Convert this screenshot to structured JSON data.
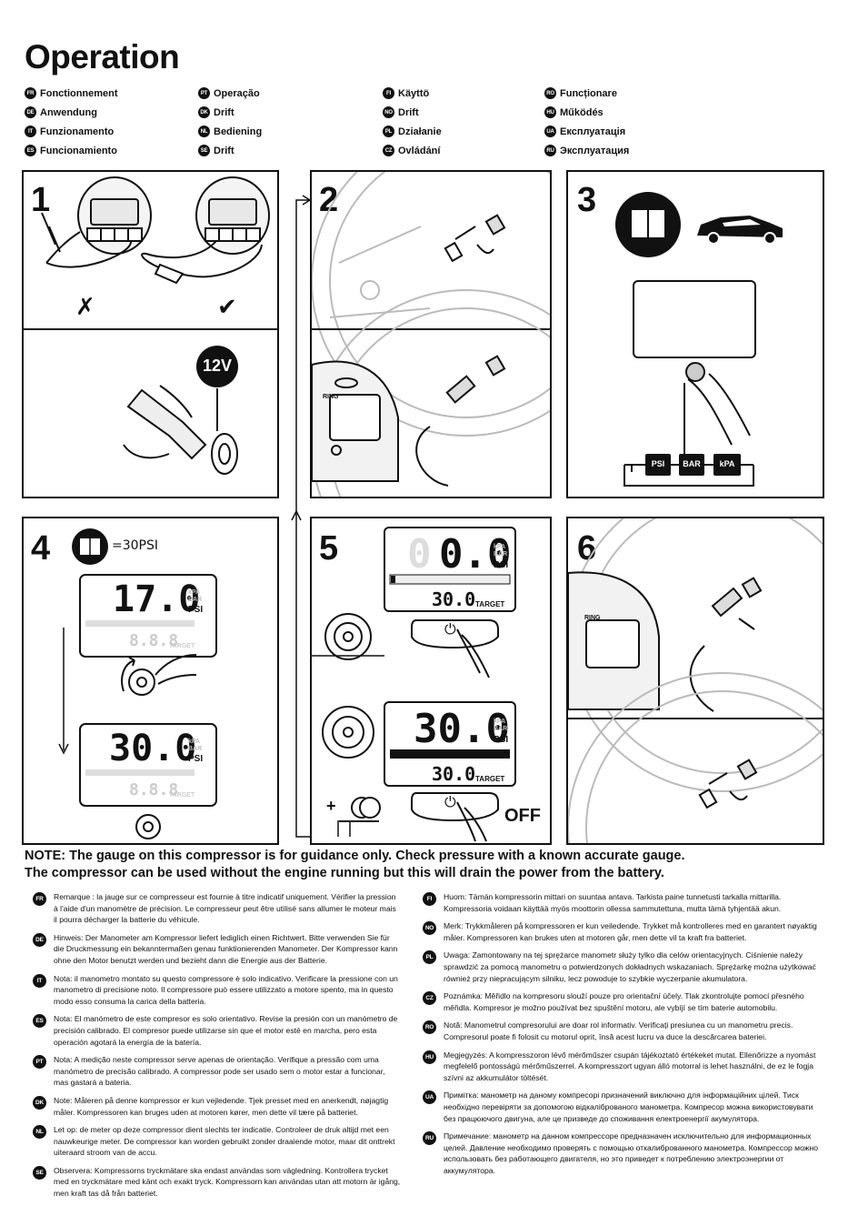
{
  "title": "Operation",
  "languages": [
    {
      "code": "FR",
      "label": "Fonctionnement"
    },
    {
      "code": "DE",
      "label": "Anwendung"
    },
    {
      "code": "IT",
      "label": "Funzionamento"
    },
    {
      "code": "ES",
      "label": "Funcionamiento"
    },
    {
      "code": "PT",
      "label": "Operação"
    },
    {
      "code": "DK",
      "label": "Drift"
    },
    {
      "code": "NL",
      "label": "Bediening"
    },
    {
      "code": "SE",
      "label": "Drift"
    },
    {
      "code": "FI",
      "label": "Käyttö"
    },
    {
      "code": "NO",
      "label": "Drift"
    },
    {
      "code": "PL",
      "label": "Działanie"
    },
    {
      "code": "CZ",
      "label": "Ovládání"
    },
    {
      "code": "RO",
      "label": "Funcționare"
    },
    {
      "code": "HU",
      "label": "Működés"
    },
    {
      "code": "UA",
      "label": "Експлуатація"
    },
    {
      "code": "RU",
      "label": "Эксплуатация"
    }
  ],
  "steps": {
    "s1": "1",
    "s2": "2",
    "s3": "3",
    "s4": "4",
    "s5": "5",
    "s6": "6",
    "cross": "✗",
    "check": "✔",
    "voltage": "12V",
    "units": [
      "PSI",
      "BAR",
      "kPA"
    ],
    "pressure_target": "=30PSI",
    "lcd_17": "17.0",
    "lcd_30": "30.0",
    "lcd_00": "0.0",
    "lcd_888": "8.8.8",
    "lcd_target": "30.0",
    "unit_psi": "PSI",
    "unit_kpa": "kPA",
    "unit_bar": "BAR",
    "target_label": "TARGET",
    "off": "OFF",
    "plus": "+",
    "brand": "RING"
  },
  "note": {
    "line1": "NOTE: The gauge on this compressor is for guidance only. Check pressure with a known accurate gauge.",
    "line2": "The compressor can be used without the engine running but this will drain the power from the battery."
  },
  "translations_left": [
    {
      "code": "FR",
      "text": "Remarque : la jauge sur ce compresseur est fournie à titre indicatif uniquement. Vérifier la pression à l'aide d'un manomètre de précision. Le compresseur peut être utilisé sans allumer le moteur mais il pourra décharger la batterie du véhicule."
    },
    {
      "code": "DE",
      "text": "Hinweis: Der Manometer am Kompressor liefert lediglich einen Richtwert. Bitte verwenden Sie für die Druckmessung ein bekanntermaßen genau funktionierenden Manometer. Der Kompressor kann ohne den Motor benutzt werden und bezieht dann die Energie aus der Batterie."
    },
    {
      "code": "IT",
      "text": "Nota: il manometro montato su questo compressore è solo indicativo. Verificare la pressione con un manometro di precisione noto. Il compressore può essere utilizzato a motore spento, ma in questo modo esso consuma la carica della batteria."
    },
    {
      "code": "ES",
      "text": "Nota: El manómetro de este compresor es solo orientativo. Revise la presión con un manómetro de precisión calibrado. El compresor puede utilizarse sin que el motor esté en marcha, pero esta operación agotará la energía de la batería."
    },
    {
      "code": "PT",
      "text": "Nota: A medição neste compressor serve apenas de orientação. Verifique a pressão com uma manómetro de precisão calibrado. A compressor pode ser usado sem o motor estar a funcionar, mas gastará a bateria."
    },
    {
      "code": "DK",
      "text": "Note: Måleren på denne kompressor er kun vejledende. Tjek presset med en anerkendt, nøjagtig måler. Kompressoren kan bruges uden at motoren kører, men dette vil tære på batteriet."
    },
    {
      "code": "NL",
      "text": "Let op: de meter op deze compressor dient slechts ter indicatie. Controleer de druk altijd met een nauwkeurige meter. De compressor kan worden gebruikt zonder draaiende motor, maar dit onttrekt uiteraard stroom van de accu."
    },
    {
      "code": "SE",
      "text": "Observera: Kompressorns tryckmätare ska endast användas som vägledning. Kontrollera trycket med en tryckmätare med känt och exakt tryck. Kompressorn kan användas utan att motorn är igång, men kraft tas då från batteriet."
    }
  ],
  "translations_right": [
    {
      "code": "FI",
      "text": "Huom: Tämän kompressorin mittari on suuntaa antava. Tarkista paine tunnetusti tarkalla mittarilla. Kompressoria voidaan käyttää myös moottorin ollessa sammutettuna, mutta tämä tyhjentää akun."
    },
    {
      "code": "NO",
      "text": "Merk: Trykkmåleren på kompressoren er kun veiledende. Trykket må kontrolleres med en garantert nøyaktig måler. Kompressoren kan brukes uten at motoren går, men dette vil ta kraft fra batteriet."
    },
    {
      "code": "PL",
      "text": "Uwaga: Zamontowany na tej sprężarce manometr służy tylko dla celów orientacyjnych. Ciśnienie należy sprawdzić za pomocą manometru o potwierdzonych dokładnych wskazaniach. Sprężarkę można użytkować również przy niepracującym silniku, lecz powoduje to szybkie wyczerpanie akumulatora."
    },
    {
      "code": "CZ",
      "text": "Poznámka: Měřidlo na kompresoru slouží pouze pro orientační účely. Tlak zkontrolujte pomocí přesného měřidla. Kompresor je možno používat bez spuštění motoru, ale vybíjí se tím baterie automobilu."
    },
    {
      "code": "RO",
      "text": "Notă: Manometrul compresorului are doar rol informativ. Verificați presiunea cu un manometru precis. Compresorul poate fi folosit cu motorul oprit, însă acest lucru va duce la descărcarea bateriei."
    },
    {
      "code": "HU",
      "text": "Megjegyzés: A kompresszoron lévő mérőműszer csupán tájékoztató értékeket mutat. Ellenőrizze a nyomást megfelelő pontosságú mérőműszerrel. A kompresszort ugyan álló motorral is lehet használni, de ez le fogja szívni az akkumulátor töltését."
    },
    {
      "code": "UA",
      "text": "Примітка: манометр на даному компресорі призначений виключно для інформаційних цілей. Тиск необхідно перевіряти за допомогою відкаліброваного манометра. Компресор можна використовувати без працюючого двигуна, але це призведе до споживання електроенергії акумулятора."
    },
    {
      "code": "RU",
      "text": "Примечание: манометр на данном компрессоре предназначен исключительно для информационных целей. Давление необходимо проверять с помощью откалиброванного манометра. Компрессор можно использовать без работающего двигателя, но это приведет к потреблению электроэнергии от аккумулятора."
    }
  ]
}
